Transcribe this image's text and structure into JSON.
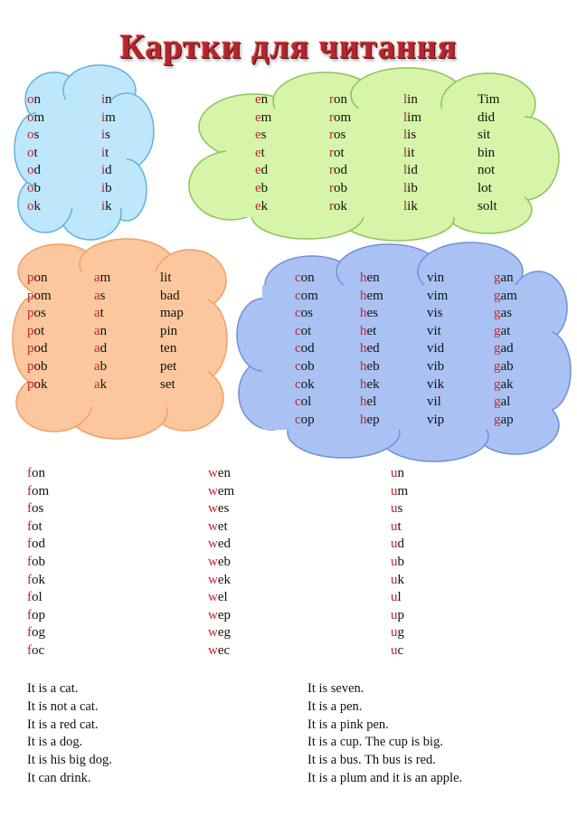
{
  "title": "Картки для читання",
  "colors": {
    "red": "#c0262d",
    "blue_cloud": "#bfe7fb",
    "green_cloud": "#d6f5a8",
    "orange_cloud": "#fcc79e",
    "periwinkle_cloud": "#a9c2f3"
  },
  "cloud1": {
    "cols": [
      [
        "on",
        "om",
        "os",
        "ot",
        "od",
        "ob",
        "ok"
      ],
      [
        "in",
        "im",
        "is",
        "it",
        "id",
        "ib",
        "ik"
      ]
    ]
  },
  "cloud2": {
    "cols": [
      [
        "en",
        "em",
        "es",
        "et",
        "ed",
        "eb",
        "ek"
      ],
      [
        "ron",
        "rom",
        "ros",
        "rot",
        "rod",
        "rob",
        "rok"
      ],
      [
        "lin",
        "lim",
        "lis",
        "lit",
        "lid",
        "lib",
        "lik"
      ],
      [
        "Tim",
        "did",
        "sit",
        "bin",
        "not",
        "lot",
        "solt"
      ]
    ]
  },
  "cloud3": {
    "cols": [
      [
        "pon",
        "pom",
        "pos",
        "pot",
        "pod",
        "pob",
        "pok"
      ],
      [
        "am",
        "as",
        "at",
        "an",
        "ad",
        "ab",
        "ak"
      ],
      [
        "lit",
        "bad",
        "map",
        "pin",
        "ten",
        "pet",
        "set"
      ]
    ]
  },
  "cloud4": {
    "cols": [
      [
        "con",
        "com",
        "cos",
        "cot",
        "cod",
        "cob",
        "cok",
        "col",
        "cop"
      ],
      [
        "hen",
        "hem",
        "hes",
        "het",
        "hed",
        "heb",
        "hek",
        "hel",
        "hep"
      ],
      [
        "vin",
        "vim",
        "vis",
        "vit",
        "vid",
        "vib",
        "vik",
        "vil",
        "vip"
      ],
      [
        "gan",
        "gam",
        "gas",
        "gat",
        "gad",
        "gab",
        "gak",
        "gal",
        "gap"
      ]
    ]
  },
  "plain": {
    "cols": [
      [
        "fon",
        "fom",
        "fos",
        "fot",
        "fod",
        "fob",
        "fok",
        "fol",
        "fop",
        "fog",
        "foc"
      ],
      [
        "wen",
        "wem",
        "wes",
        "wet",
        "wed",
        "web",
        "wek",
        "wel",
        "wep",
        "weg",
        "wec"
      ],
      [
        "un",
        "um",
        "us",
        "ut",
        "ud",
        "ub",
        "uk",
        "ul",
        "up",
        "ug",
        "uc"
      ]
    ]
  },
  "sentences": {
    "left": [
      "It is a cat.",
      "It is not a cat.",
      "It is a red cat.",
      "It is a dog.",
      "It is his big dog.",
      "It can drink."
    ],
    "right": [
      "It is seven.",
      "It is a pen.",
      "It is a pink pen.",
      "It is a cup. The cup is big.",
      "It is a bus. Th bus is red.",
      "It is a plum and it is an apple."
    ]
  }
}
